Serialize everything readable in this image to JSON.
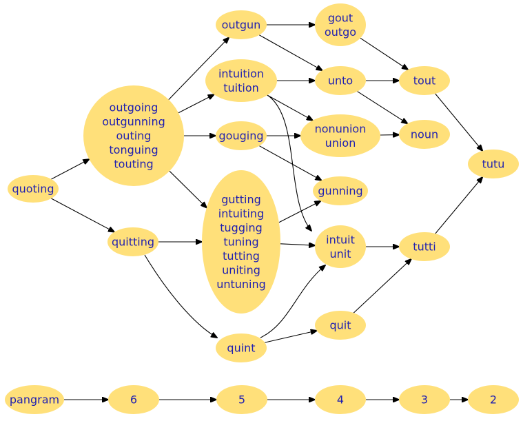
{
  "colors": {
    "node_fill": "#ffe07a",
    "node_text": "#1f1fb0",
    "edge": "#000000",
    "background": "#ffffff"
  },
  "nodes": {
    "quoting": {
      "lines": [
        "quoting"
      ]
    },
    "outgoing": {
      "lines": [
        "outgoing",
        "outgunning",
        "outing",
        "tonguing",
        "touting"
      ]
    },
    "quitting": {
      "lines": [
        "quitting"
      ]
    },
    "outgun": {
      "lines": [
        "outgun"
      ]
    },
    "intuition": {
      "lines": [
        "intuition",
        "tuition"
      ]
    },
    "gouging": {
      "lines": [
        "gouging"
      ]
    },
    "gutting": {
      "lines": [
        "gutting",
        "intuiting",
        "tugging",
        "tuning",
        "tutting",
        "uniting",
        "untuning"
      ]
    },
    "quint": {
      "lines": [
        "quint"
      ]
    },
    "gout": {
      "lines": [
        "gout",
        "outgo"
      ]
    },
    "unto": {
      "lines": [
        "unto"
      ]
    },
    "nonunion": {
      "lines": [
        "nonunion",
        "union"
      ]
    },
    "gunning": {
      "lines": [
        "gunning"
      ]
    },
    "intuit": {
      "lines": [
        "intuit",
        "unit"
      ]
    },
    "quit": {
      "lines": [
        "quit"
      ]
    },
    "tout": {
      "lines": [
        "tout"
      ]
    },
    "noun": {
      "lines": [
        "noun"
      ]
    },
    "tutti": {
      "lines": [
        "tutti"
      ]
    },
    "tutu": {
      "lines": [
        "tutu"
      ]
    },
    "pangram": {
      "lines": [
        "pangram"
      ]
    },
    "n6": {
      "lines": [
        "6"
      ]
    },
    "n5": {
      "lines": [
        "5"
      ]
    },
    "n4": {
      "lines": [
        "4"
      ]
    },
    "n3": {
      "lines": [
        "3"
      ]
    },
    "n2": {
      "lines": [
        "2"
      ]
    }
  },
  "edges": [
    [
      "quoting",
      "outgoing"
    ],
    [
      "quoting",
      "quitting"
    ],
    [
      "outgoing",
      "outgun"
    ],
    [
      "outgoing",
      "intuition"
    ],
    [
      "outgoing",
      "gouging"
    ],
    [
      "outgoing",
      "gutting"
    ],
    [
      "quitting",
      "gutting"
    ],
    [
      "quitting",
      "quint"
    ],
    [
      "outgun",
      "gout"
    ],
    [
      "outgun",
      "unto"
    ],
    [
      "intuition",
      "unto"
    ],
    [
      "intuition",
      "nonunion"
    ],
    [
      "intuition",
      "intuit"
    ],
    [
      "gouging",
      "nonunion"
    ],
    [
      "gouging",
      "gunning"
    ],
    [
      "gutting",
      "gunning"
    ],
    [
      "gutting",
      "intuit"
    ],
    [
      "quint",
      "intuit"
    ],
    [
      "quint",
      "quit"
    ],
    [
      "gout",
      "tout"
    ],
    [
      "unto",
      "tout"
    ],
    [
      "unto",
      "noun"
    ],
    [
      "nonunion",
      "noun"
    ],
    [
      "intuit",
      "tutti"
    ],
    [
      "quit",
      "tutti"
    ],
    [
      "tout",
      "tutu"
    ],
    [
      "tutti",
      "tutu"
    ],
    [
      "pangram",
      "n6"
    ],
    [
      "n6",
      "n5"
    ],
    [
      "n5",
      "n4"
    ],
    [
      "n4",
      "n3"
    ],
    [
      "n3",
      "n2"
    ]
  ]
}
